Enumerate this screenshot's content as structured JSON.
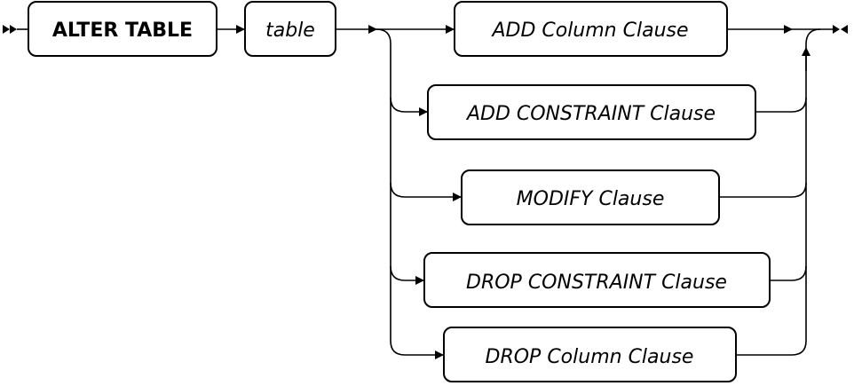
{
  "diagram": {
    "type": "railroad",
    "start": {
      "keyword": "ALTER TABLE",
      "name": "table"
    },
    "branches": [
      "ADD Column Clause",
      "ADD CONSTRAINT Clause",
      "MODIFY Clause",
      "DROP CONSTRAINT Clause",
      "DROP Column Clause"
    ]
  }
}
